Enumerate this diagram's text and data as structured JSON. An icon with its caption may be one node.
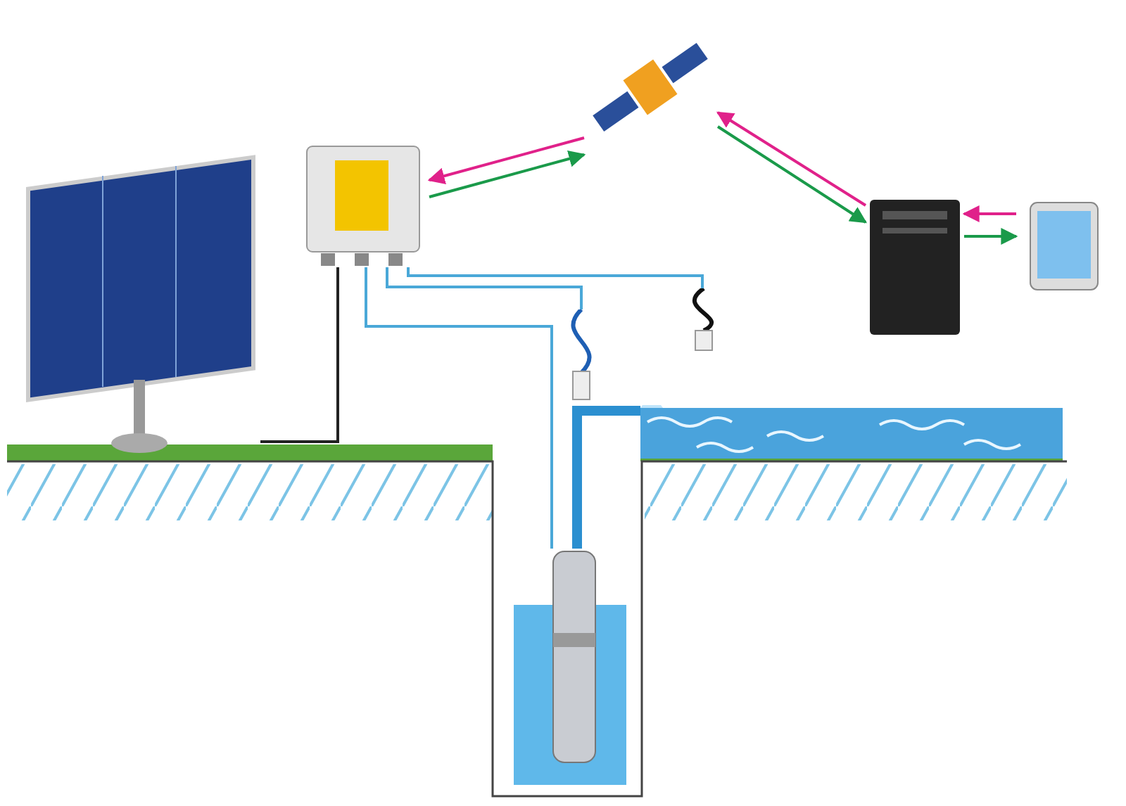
{
  "diagram": {
    "nodes": [
      {
        "text": [],
        "shape": "picture"
      },
      {
        "text": [],
        "shape": "picture"
      },
      {
        "text": [],
        "shape": "picture"
      },
      {
        "text": [],
        "shape": "picture"
      },
      {
        "text": [],
        "shape": "picture"
      },
      {
        "text": [],
        "shape": "picture"
      },
      {
        "text": [],
        "shape": "picture"
      },
      {
        "text": [],
        "shape": "picture"
      },
      {
        "text": [],
        "shape": "picture"
      }
    ],
    "edges": [
      {
        "from": 2,
        "to": 1,
        "arrow": "to",
        "color": "#e0218a"
      },
      {
        "from": 1,
        "to": 2,
        "arrow": "to",
        "color": "#1a9a4a"
      },
      {
        "from": 3,
        "to": 2,
        "arrow": "to",
        "color": "#e0218a"
      },
      {
        "from": 2,
        "to": 3,
        "arrow": "to",
        "color": "#1a9a4a"
      },
      {
        "from": 4,
        "to": 3,
        "arrow": "to",
        "color": "#e0218a"
      },
      {
        "from": 3,
        "to": 4,
        "arrow": "to",
        "color": "#1a9a4a"
      },
      {
        "from": 0,
        "to": 1,
        "arrow": "none",
        "color": "#222222"
      },
      {
        "from": 1,
        "to": 7,
        "arrow": "none",
        "color": "#4aa8d8"
      },
      {
        "from": 1,
        "to": 5,
        "arrow": "none",
        "color": "#4aa8d8"
      },
      {
        "from": 1,
        "to": 6,
        "arrow": "none",
        "color": "#4aa8d8"
      },
      {
        "from": 7,
        "to": 8,
        "arrow": "none",
        "style": "thick",
        "color": "#2b8fd0"
      }
    ]
  }
}
